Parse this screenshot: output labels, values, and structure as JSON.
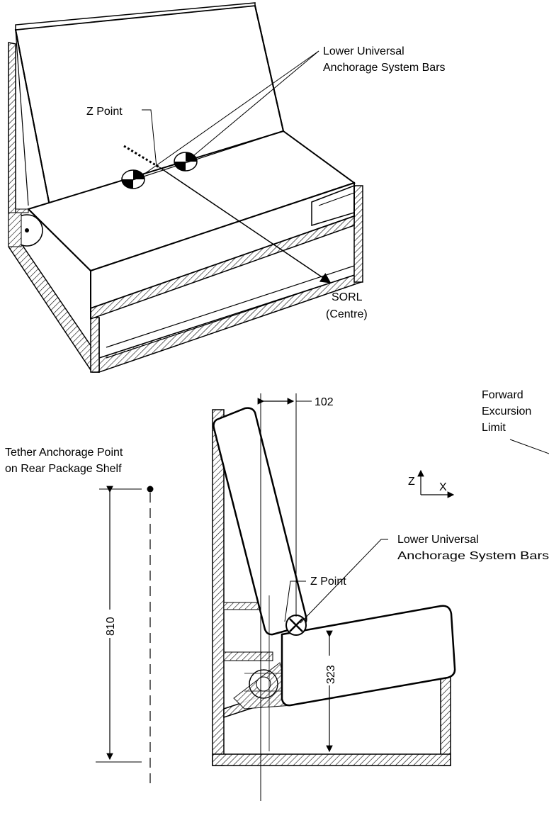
{
  "top_view": {
    "lua_label_line1": "Lower Universal",
    "lua_label_line2": "Anchorage System Bars",
    "z_point_label": "Z Point",
    "sorl_label_line1": "SORL",
    "sorl_label_line2": "(Centre)"
  },
  "side_view": {
    "dim_102": "102",
    "tether_label_line1": "Tether Anchorage Point",
    "tether_label_line2": "on Rear Package Shelf",
    "forward_label_line1": "Forward",
    "forward_label_line2": "Excursion",
    "forward_label_line3": "Limit",
    "axis_z": "Z",
    "axis_x": "X",
    "z_point_label": "Z Point",
    "lua_label_line1": "Lower Universal",
    "lua_label_line2": "Anchorage System Bars",
    "dim_810": "810",
    "dim_323": "323"
  }
}
